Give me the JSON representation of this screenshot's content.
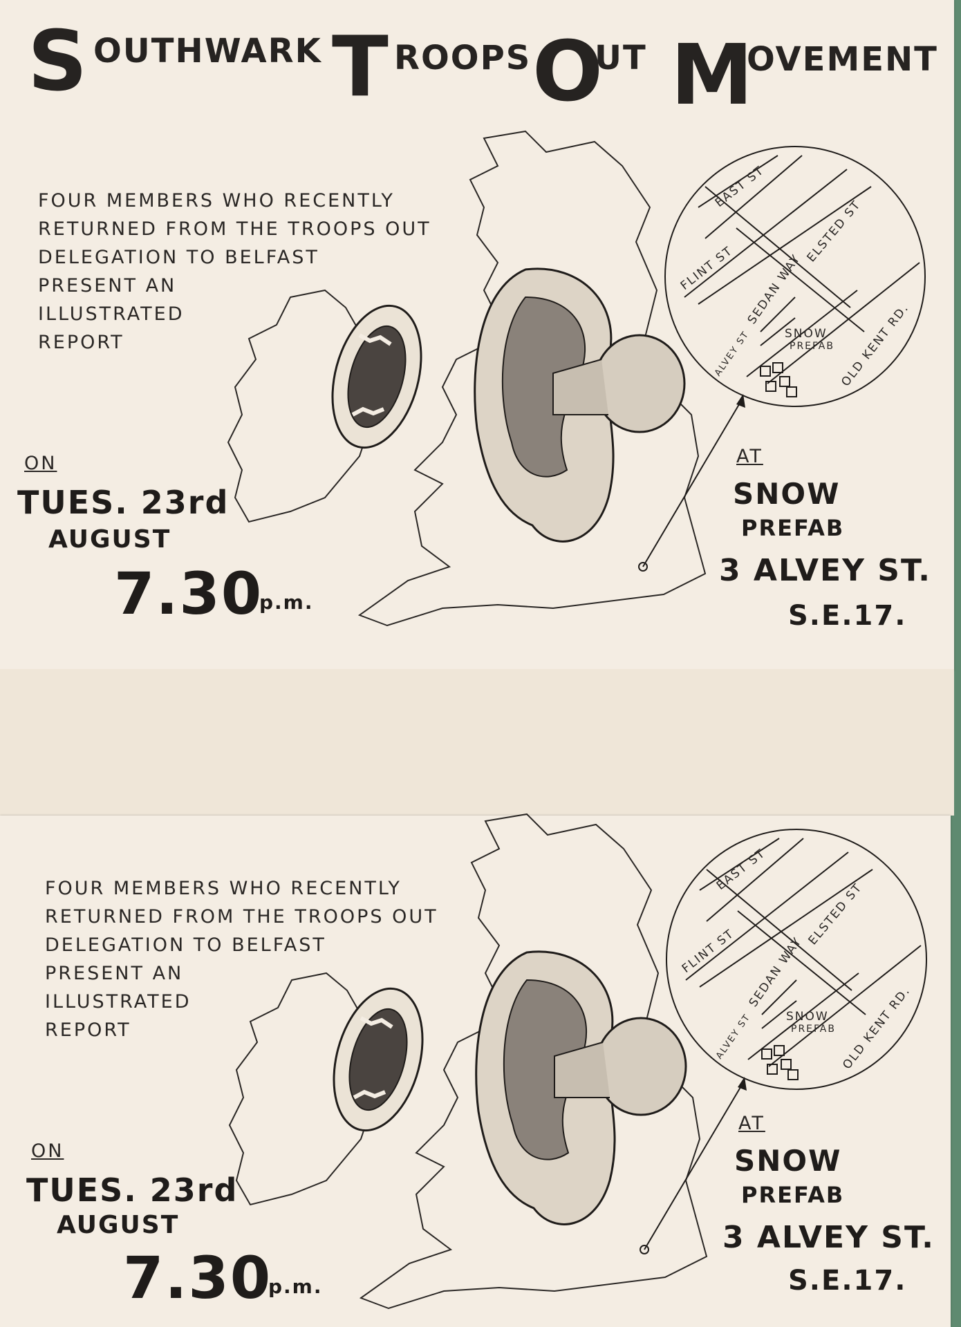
{
  "title": {
    "s": "S",
    "outhwark": "OUTHWARK",
    "t": "T",
    "roops": "ROOPS",
    "o": "O",
    "ut": "UT",
    "m": "M",
    "ovement": "OVEMENT"
  },
  "flyers": [
    {
      "description_lines": [
        "FOUR MEMBERS WHO RECENTLY",
        "RETURNED FROM THE TROOPS OUT",
        "DELEGATION TO BELFAST",
        "PRESENT AN",
        "ILLUSTRATED",
        "REPORT"
      ],
      "on_label": "ON",
      "date": "TUES. 23rd",
      "month": "AUGUST",
      "time": "7.30",
      "time_suffix": "p.m.",
      "at_label": "AT",
      "venue_1": "SNOW",
      "venue_2": "PREFAB",
      "address": "3 ALVEY ST.",
      "postcode": "S.E.17."
    },
    {
      "description_lines": [
        "FOUR MEMBERS WHO RECENTLY",
        "RETURNED FROM THE TROOPS OUT",
        "DELEGATION TO BELFAST",
        "PRESENT AN",
        "ILLUSTRATED",
        "REPORT"
      ],
      "on_label": "ON",
      "date": "TUES. 23rd",
      "month": "AUGUST",
      "time": "7.30",
      "time_suffix": "p.m.",
      "at_label": "AT",
      "venue_1": "SNOW",
      "venue_2": "PREFAB",
      "address": "3 ALVEY ST.",
      "postcode": "S.E.17."
    }
  ],
  "map": {
    "east_st": "EAST ST",
    "flint_st": "FLINT ST",
    "elsted_st": "ELSTED ST",
    "sedan_way": "SEDAN WAY",
    "alvey_st": "ALVEY ST",
    "old_kent_rd": "OLD KENT RD.",
    "snow": "SNOW",
    "prefab": "PREFAB"
  }
}
